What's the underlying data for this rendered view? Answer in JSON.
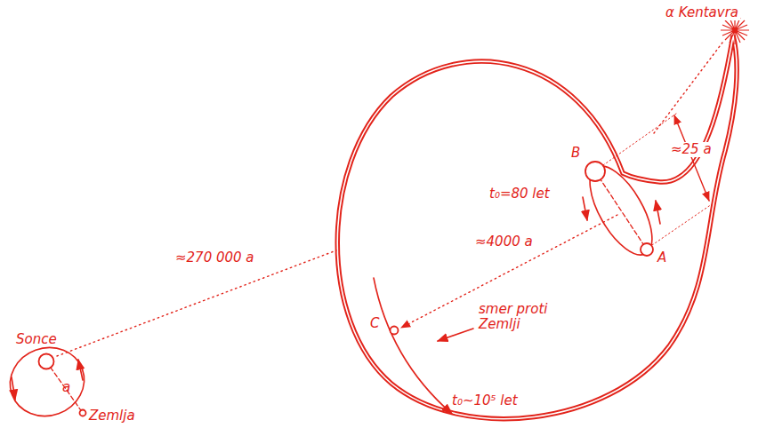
{
  "diagram": {
    "labels": [
      "α Kentavra",
      "B",
      "t₀=80 let",
      "≈25 a",
      "A",
      "≈4000 a",
      "C",
      "smer proti Zemlji",
      "t₀~10⁵ let",
      "≈270 000 a",
      "Sonce",
      "a",
      "Zemlja"
    ]
  }
}
